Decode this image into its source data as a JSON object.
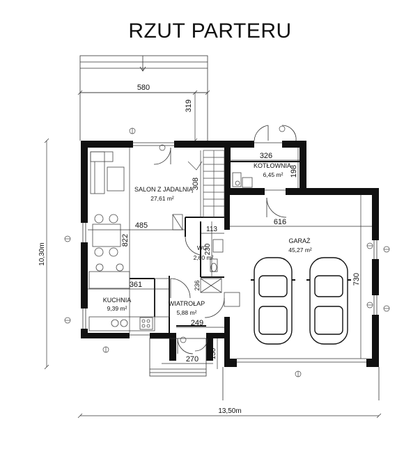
{
  "plan": {
    "title": "RZUT PARTERU",
    "rooms": {
      "salon": {
        "name": "SALON Z JADALNIĄ",
        "area": "27,61 m²"
      },
      "kotlownia": {
        "name": "KOTŁOWNIA",
        "area": "6,45 m²"
      },
      "garaz": {
        "name": "GARAŻ",
        "area": "45,27 m²"
      },
      "wc": {
        "name": "WC",
        "area": "2,60 m²"
      },
      "kuchnia": {
        "name": "KUCHNIA",
        "area": "9,39 m²"
      },
      "wiatrolap": {
        "name": "WIATROŁAP",
        "area": "5,88 m²"
      }
    },
    "dimensions": {
      "terrace_width": "580",
      "terrace_depth": "319",
      "kotlownia_width": "326",
      "kotlownia_depth": "198",
      "stair_length": "308",
      "salon_width": "485",
      "salon_depth": "822",
      "garage_width": "616",
      "garage_depth": "730",
      "wc_width": "113",
      "wc_depth": "230",
      "kitchen_width": "361",
      "vestibule_width": "249",
      "vestibule_small": "236",
      "entry_width": "270",
      "entry_depth": "130",
      "total_width": "13,50m",
      "total_depth": "10,30m"
    }
  }
}
